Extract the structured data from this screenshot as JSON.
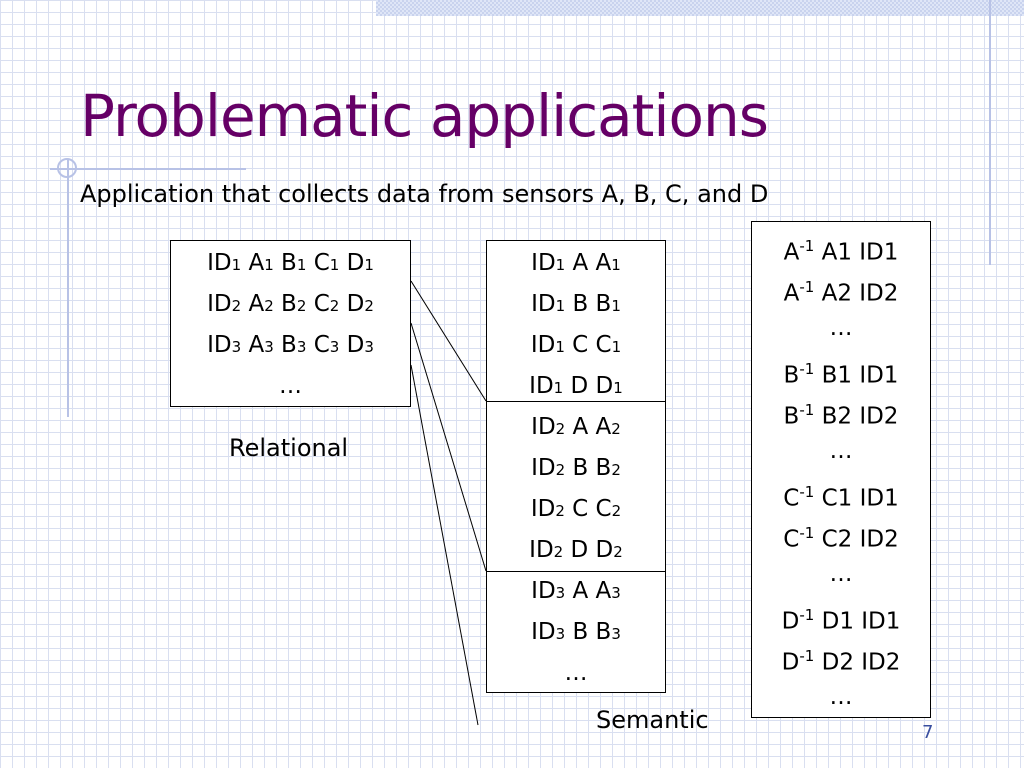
{
  "slide": {
    "title": "Problematic applications",
    "subtitle": "Application that collects data from sensors A, B, C, and D",
    "page_number": "7"
  },
  "relational": {
    "label": "Relational",
    "rows": [
      [
        {
          "t": "ID"
        },
        {
          "s": "1"
        },
        {
          "t": " A"
        },
        {
          "s": "1"
        },
        {
          "t": " B"
        },
        {
          "s": "1"
        },
        {
          "t": " C"
        },
        {
          "s": "1"
        },
        {
          "t": " D"
        },
        {
          "s": "1"
        }
      ],
      [
        {
          "t": "ID"
        },
        {
          "s": "2"
        },
        {
          "t": " A"
        },
        {
          "s": "2"
        },
        {
          "t": " B"
        },
        {
          "s": "2"
        },
        {
          "t": " C"
        },
        {
          "s": "2"
        },
        {
          "t": " D"
        },
        {
          "s": "2"
        }
      ],
      [
        {
          "t": "ID"
        },
        {
          "s": "3"
        },
        {
          "t": " A"
        },
        {
          "s": "3"
        },
        {
          "t": " B"
        },
        {
          "s": "3"
        },
        {
          "t": " C"
        },
        {
          "s": "3"
        },
        {
          "t": " D"
        },
        {
          "s": "3"
        }
      ],
      [
        {
          "t": "…"
        }
      ]
    ]
  },
  "semantic": {
    "label": "Semantic",
    "rows": [
      [
        {
          "t": "ID"
        },
        {
          "s": "1"
        },
        {
          "t": " A A"
        },
        {
          "s": "1"
        }
      ],
      [
        {
          "t": "ID"
        },
        {
          "s": "1"
        },
        {
          "t": " B B"
        },
        {
          "s": "1"
        }
      ],
      [
        {
          "t": "ID"
        },
        {
          "s": "1"
        },
        {
          "t": " C C"
        },
        {
          "s": "1"
        }
      ],
      [
        {
          "t": "ID"
        },
        {
          "s": "1"
        },
        {
          "t": " D D"
        },
        {
          "s": "1"
        }
      ],
      [
        {
          "t": "ID"
        },
        {
          "s": "2"
        },
        {
          "t": " A A"
        },
        {
          "s": "2"
        }
      ],
      [
        {
          "t": "ID"
        },
        {
          "s": "2"
        },
        {
          "t": " B B"
        },
        {
          "s": "2"
        }
      ],
      [
        {
          "t": "ID"
        },
        {
          "s": "2"
        },
        {
          "t": " C C"
        },
        {
          "s": "2"
        }
      ],
      [
        {
          "t": "ID"
        },
        {
          "s": "2"
        },
        {
          "t": " D D"
        },
        {
          "s": "2"
        }
      ],
      [
        {
          "t": "ID"
        },
        {
          "s": "3"
        },
        {
          "t": " A A"
        },
        {
          "s": "3"
        }
      ],
      [
        {
          "t": "ID"
        },
        {
          "s": "3"
        },
        {
          "t": " B B"
        },
        {
          "s": "3"
        }
      ],
      [
        {
          "t": "…"
        }
      ]
    ]
  },
  "inverted": {
    "rows": [
      [
        {
          "t": "A"
        },
        {
          "sup": "-1"
        },
        {
          "t": " A1 ID1"
        }
      ],
      [
        {
          "t": "A"
        },
        {
          "sup": "-1"
        },
        {
          "t": " A2 ID2"
        }
      ],
      [
        {
          "t": "…"
        }
      ],
      [
        {
          "t": "B"
        },
        {
          "sup": "-1"
        },
        {
          "t": " B1 ID1"
        }
      ],
      [
        {
          "t": "B"
        },
        {
          "sup": "-1"
        },
        {
          "t": " B2 ID2"
        }
      ],
      [
        {
          "t": "…"
        }
      ],
      [
        {
          "t": "C"
        },
        {
          "sup": "-1"
        },
        {
          "t": " C1 ID1"
        }
      ],
      [
        {
          "t": "C"
        },
        {
          "sup": "-1"
        },
        {
          "t": " C2 ID2"
        }
      ],
      [
        {
          "t": "…"
        }
      ],
      [
        {
          "t": "D"
        },
        {
          "sup": "-1"
        },
        {
          "t": " D1 ID1"
        }
      ],
      [
        {
          "t": "D"
        },
        {
          "sup": "-1"
        },
        {
          "t": " D2 ID2"
        }
      ],
      [
        {
          "t": "…"
        }
      ]
    ]
  }
}
